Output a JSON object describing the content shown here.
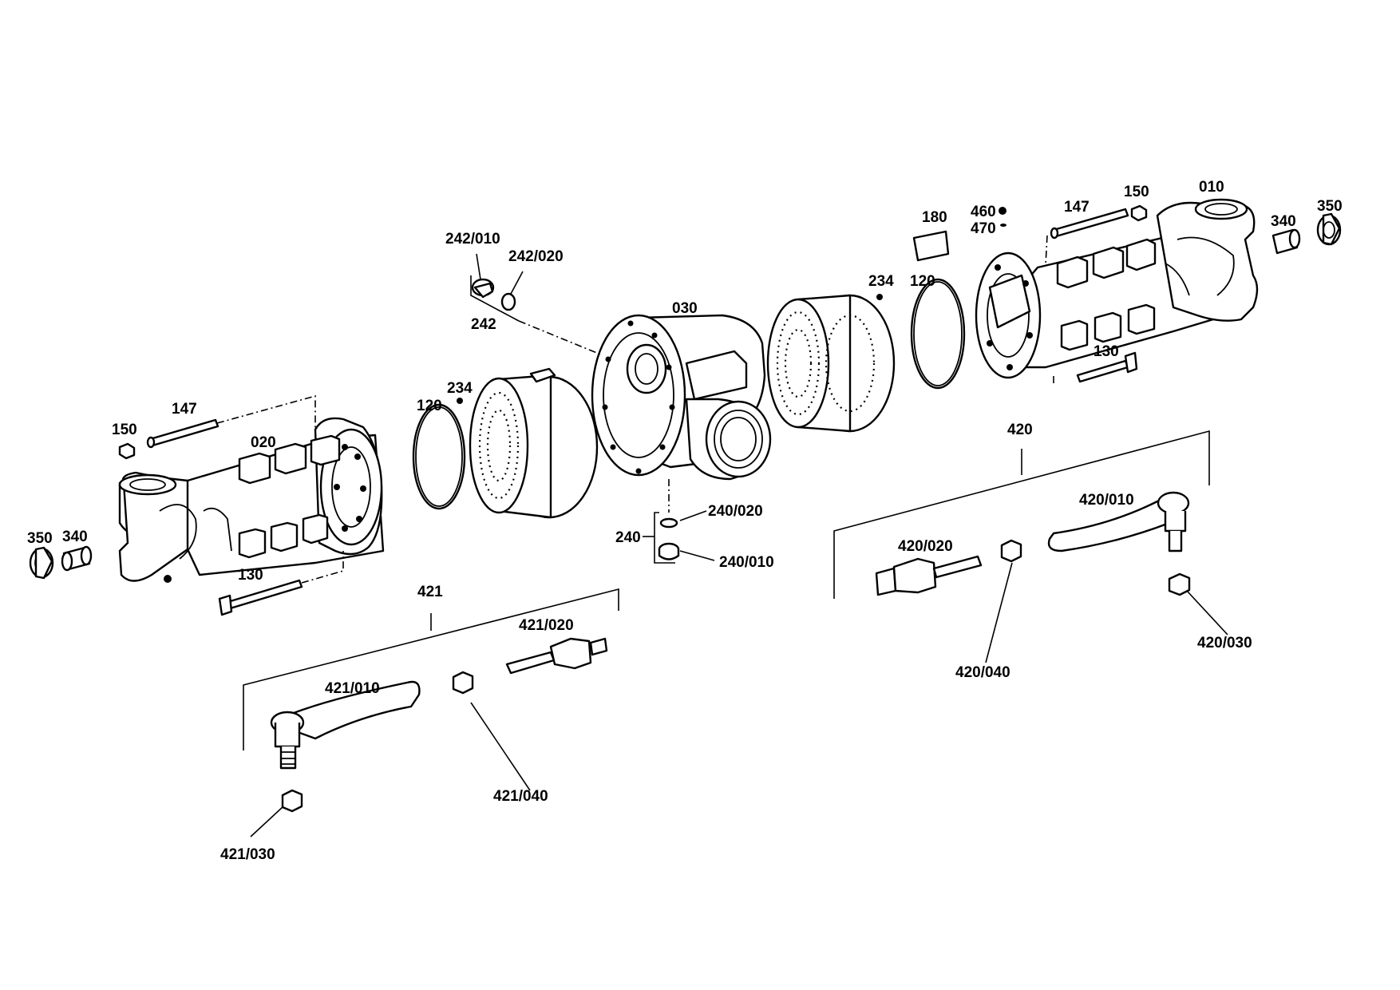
{
  "labels": {
    "l010": "010",
    "l020": "020",
    "l030": "030",
    "l120_left": "120",
    "l120_right": "120",
    "l130_left": "130",
    "l130_right": "130",
    "l147_left": "147",
    "l147_right": "147",
    "l150_left": "150",
    "l150_right": "150",
    "l180": "180",
    "l234_left": "234",
    "l234_right": "234",
    "l240": "240",
    "l240_010": "240/010",
    "l240_020": "240/020",
    "l242": "242",
    "l242_010": "242/010",
    "l242_020": "242/020",
    "l340_left": "340",
    "l340_right": "340",
    "l350_left": "350",
    "l350_right": "350",
    "l420": "420",
    "l420_010": "420/010",
    "l420_020": "420/020",
    "l420_030": "420/030",
    "l420_040": "420/040",
    "l421": "421",
    "l421_010": "421/010",
    "l421_020": "421/020",
    "l421_030": "421/030",
    "l421_040": "421/040",
    "l460": "460",
    "l470": "470"
  }
}
